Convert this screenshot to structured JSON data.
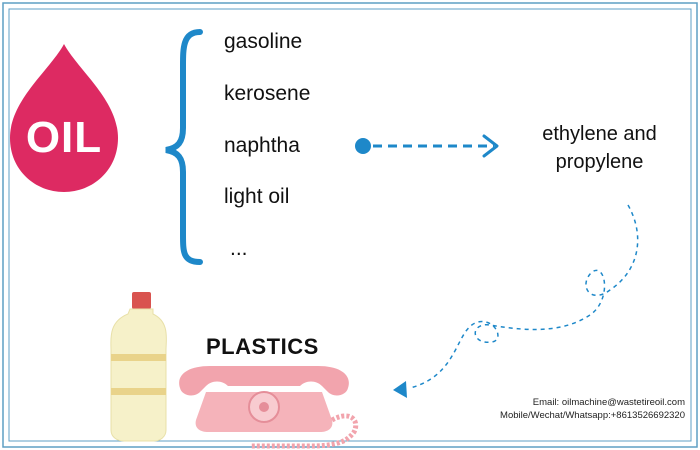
{
  "logo": {
    "text": "OIL",
    "color": "#dd2a62"
  },
  "products": {
    "items": [
      "gasoline",
      "kerosene",
      "naphtha",
      "light oil",
      "..."
    ]
  },
  "target": {
    "line1": "ethylene and",
    "line2": "propylene"
  },
  "plastics": {
    "label": "PLASTICS"
  },
  "contact": {
    "email": "Email: oilmachine@wastetireoil.com",
    "phone": "Mobile/Wechat/Whatsapp:+8613526692320"
  },
  "colors": {
    "brace": "#1e88c9",
    "arrow": "#1e88c9",
    "frame": "#5f9fc4",
    "bottle": "#f6f1c9",
    "bottle_cap": "#d9534f",
    "telephone": "#f2a4ad"
  },
  "icons": {
    "drop": "oil-drop-icon",
    "bottle": "plastic-bottle-icon",
    "telephone": "pink-telephone-icon"
  }
}
